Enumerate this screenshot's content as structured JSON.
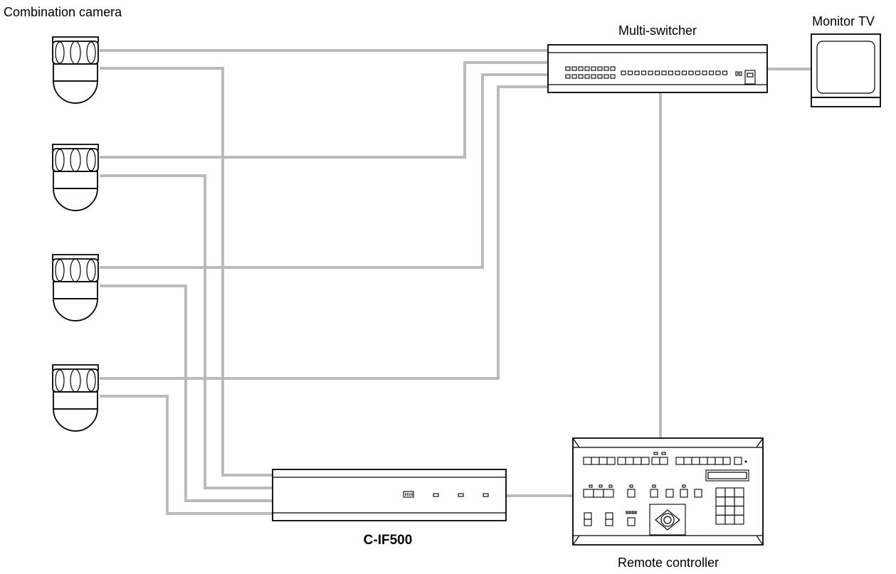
{
  "labels": {
    "camera": "Combination camera",
    "multi_switcher": "Multi-switcher",
    "monitor": "Monitor TV",
    "interface": "C-IF500",
    "remote": "Remote controller"
  },
  "colors": {
    "cable": "#bbbbbb",
    "outline": "#000000",
    "background": "#ffffff"
  }
}
